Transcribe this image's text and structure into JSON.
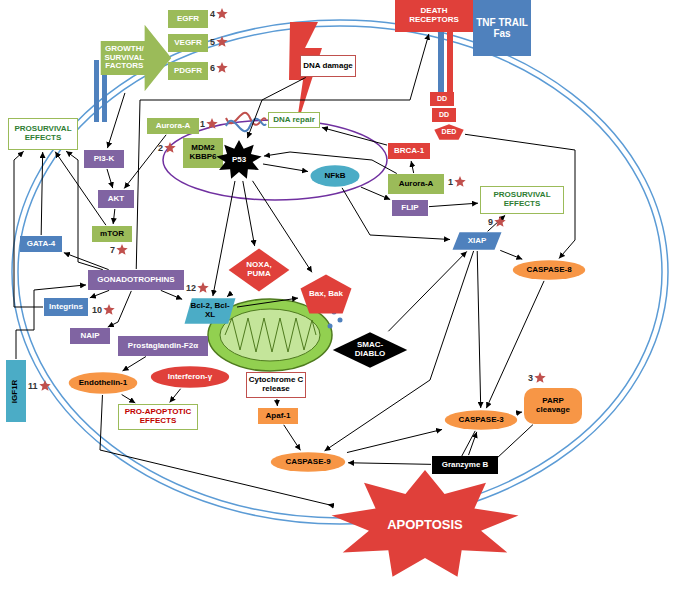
{
  "diagram": {
    "nodes": [
      {
        "text": [
          "GROWTH/ SURVIVAL FACTORS"
        ]
      },
      {
        "text": [
          "EGFR"
        ]
      },
      {
        "text": [
          "VEGFR"
        ]
      },
      {
        "text": [
          "PDGFR"
        ]
      },
      {
        "text": [
          "DNA damage"
        ]
      },
      {
        "text": [
          "DEATH RECEPTORS"
        ]
      },
      {
        "text": [
          "TNF TRAIL Fas"
        ]
      },
      {
        "text": [
          "Aurora-A"
        ]
      },
      {
        "text": [
          "DNA repair"
        ]
      },
      {
        "text": [
          "DD"
        ]
      },
      {
        "text": [
          "DD"
        ]
      },
      {
        "text": [
          "DED"
        ]
      },
      {
        "text": [
          "PROSURVIVAL EFFECTS"
        ]
      },
      {
        "text": [
          "BRCA-1"
        ]
      },
      {
        "text": [
          "MDM2 KBBP6"
        ]
      },
      {
        "text": [
          "P53"
        ]
      },
      {
        "text": [
          "PI3-K"
        ]
      },
      {
        "text": [
          "NFkB"
        ]
      },
      {
        "text": [
          "Aurora-A"
        ]
      },
      {
        "text": [
          "AKT"
        ]
      },
      {
        "text": [
          "FLIP"
        ]
      },
      {
        "text": [
          "PROSURVIVAL EFFECTS"
        ]
      },
      {
        "text": [
          "mTOR"
        ]
      },
      {
        "text": [
          "XIAP"
        ]
      },
      {
        "text": [
          "GATA-4"
        ]
      },
      {
        "text": [
          "NOXA, PUMA"
        ]
      },
      {
        "text": [
          "CASPASE-8"
        ]
      },
      {
        "text": [
          "GONADOTROPHINS"
        ]
      },
      {
        "text": [
          "Integrins"
        ]
      },
      {
        "text": [
          "Bax, Bak"
        ]
      },
      {
        "text": [
          "Bcl-2, Bcl-XL"
        ]
      },
      {
        "text": [
          "NAIP"
        ]
      },
      {
        "text": [
          "SMAC-DIABLO"
        ]
      },
      {
        "text": [
          "Prostaglandin-F2α"
        ]
      },
      {
        "text": [
          "Interferon-γ"
        ]
      },
      {
        "text": [
          "Cytochrome C release"
        ]
      },
      {
        "text": [
          "Endothelin-1"
        ]
      },
      {
        "text": [
          "IGF1R"
        ]
      },
      {
        "text": [
          "PARP cleavage"
        ]
      },
      {
        "text": [
          "PRO-APOPTOTIC EFFECTS"
        ]
      },
      {
        "text": [
          "Apaf-1"
        ]
      },
      {
        "text": [
          "CASPASE-3"
        ]
      },
      {
        "text": [
          "CASPASE-9"
        ]
      },
      {
        "text": [
          "Granzyme B"
        ]
      },
      {
        "text": [
          "APOPTOSIS"
        ]
      }
    ],
    "edges": [
      {
        "from": 0,
        "to": 16,
        "arrow": "to"
      },
      {
        "from": 16,
        "to": 19,
        "arrow": "to"
      },
      {
        "from": 19,
        "to": 22,
        "arrow": "to"
      },
      {
        "from": 7,
        "to": 19,
        "arrow": "to"
      },
      {
        "from": 22,
        "to": 12,
        "arrow": "to"
      },
      {
        "from": 4,
        "to": 15,
        "arrow": "to"
      },
      {
        "from": 14,
        "to": 15,
        "arrow": "to"
      },
      {
        "from": 15,
        "to": 25,
        "arrow": "to"
      },
      {
        "from": 15,
        "to": 29,
        "arrow": "to"
      },
      {
        "from": 15,
        "to": 17,
        "arrow": "to"
      },
      {
        "from": 15,
        "to": 30,
        "arrow": "to"
      },
      {
        "from": 25,
        "to": 30,
        "arrow": "to"
      },
      {
        "from": 30,
        "to": 29,
        "arrow": "to"
      },
      {
        "from": 18,
        "to": 13,
        "arrow": "to"
      },
      {
        "from": 13,
        "to": 8,
        "arrow": "to"
      },
      {
        "from": 18,
        "to": 15,
        "arrow": "to"
      },
      {
        "from": 17,
        "to": 20,
        "arrow": "to"
      },
      {
        "from": 17,
        "to": 23,
        "arrow": "to"
      },
      {
        "from": 20,
        "to": 21,
        "arrow": "to"
      },
      {
        "from": 23,
        "to": 21,
        "arrow": "to"
      },
      {
        "from": 23,
        "to": 26,
        "arrow": "to"
      },
      {
        "from": 23,
        "to": 41,
        "arrow": "to"
      },
      {
        "from": 23,
        "to": 42,
        "arrow": "to"
      },
      {
        "from": 32,
        "to": 23,
        "arrow": "to"
      },
      {
        "from": 11,
        "to": 26,
        "arrow": "to"
      },
      {
        "from": 26,
        "to": 41,
        "arrow": "to"
      },
      {
        "from": 35,
        "to": 40,
        "arrow": "to"
      },
      {
        "from": 40,
        "to": 42,
        "arrow": "to"
      },
      {
        "from": 42,
        "to": 41,
        "arrow": "to"
      },
      {
        "from": 43,
        "to": 41,
        "arrow": "to"
      },
      {
        "from": 43,
        "to": 42,
        "arrow": "to"
      },
      {
        "from": 41,
        "to": 38,
        "arrow": "to"
      },
      {
        "from": 41,
        "to": 44,
        "arrow": "to"
      },
      {
        "from": 38,
        "to": 44,
        "arrow": "to"
      },
      {
        "from": 27,
        "to": 24,
        "arrow": "to"
      },
      {
        "from": 27,
        "to": 28,
        "arrow": "to"
      },
      {
        "from": 27,
        "to": 31,
        "arrow": "to"
      },
      {
        "from": 27,
        "to": 12,
        "arrow": "to"
      },
      {
        "from": 27,
        "to": 30,
        "arrow": "to"
      },
      {
        "from": 27,
        "to": 5,
        "arrow": "to"
      },
      {
        "from": 24,
        "to": 12,
        "arrow": "to"
      },
      {
        "from": 28,
        "to": 12,
        "arrow": "to"
      },
      {
        "from": 37,
        "to": 27,
        "arrow": "to"
      },
      {
        "from": 33,
        "to": 36,
        "arrow": "to"
      },
      {
        "from": 36,
        "to": 39,
        "arrow": "to"
      },
      {
        "from": 34,
        "to": 39,
        "arrow": "to"
      },
      {
        "from": 36,
        "to": 44,
        "arrow": "to"
      }
    ],
    "labels": [
      "4",
      "5",
      "6",
      "1",
      "2",
      "1",
      "7",
      "9",
      "12",
      "10",
      "11",
      "3"
    ]
  }
}
